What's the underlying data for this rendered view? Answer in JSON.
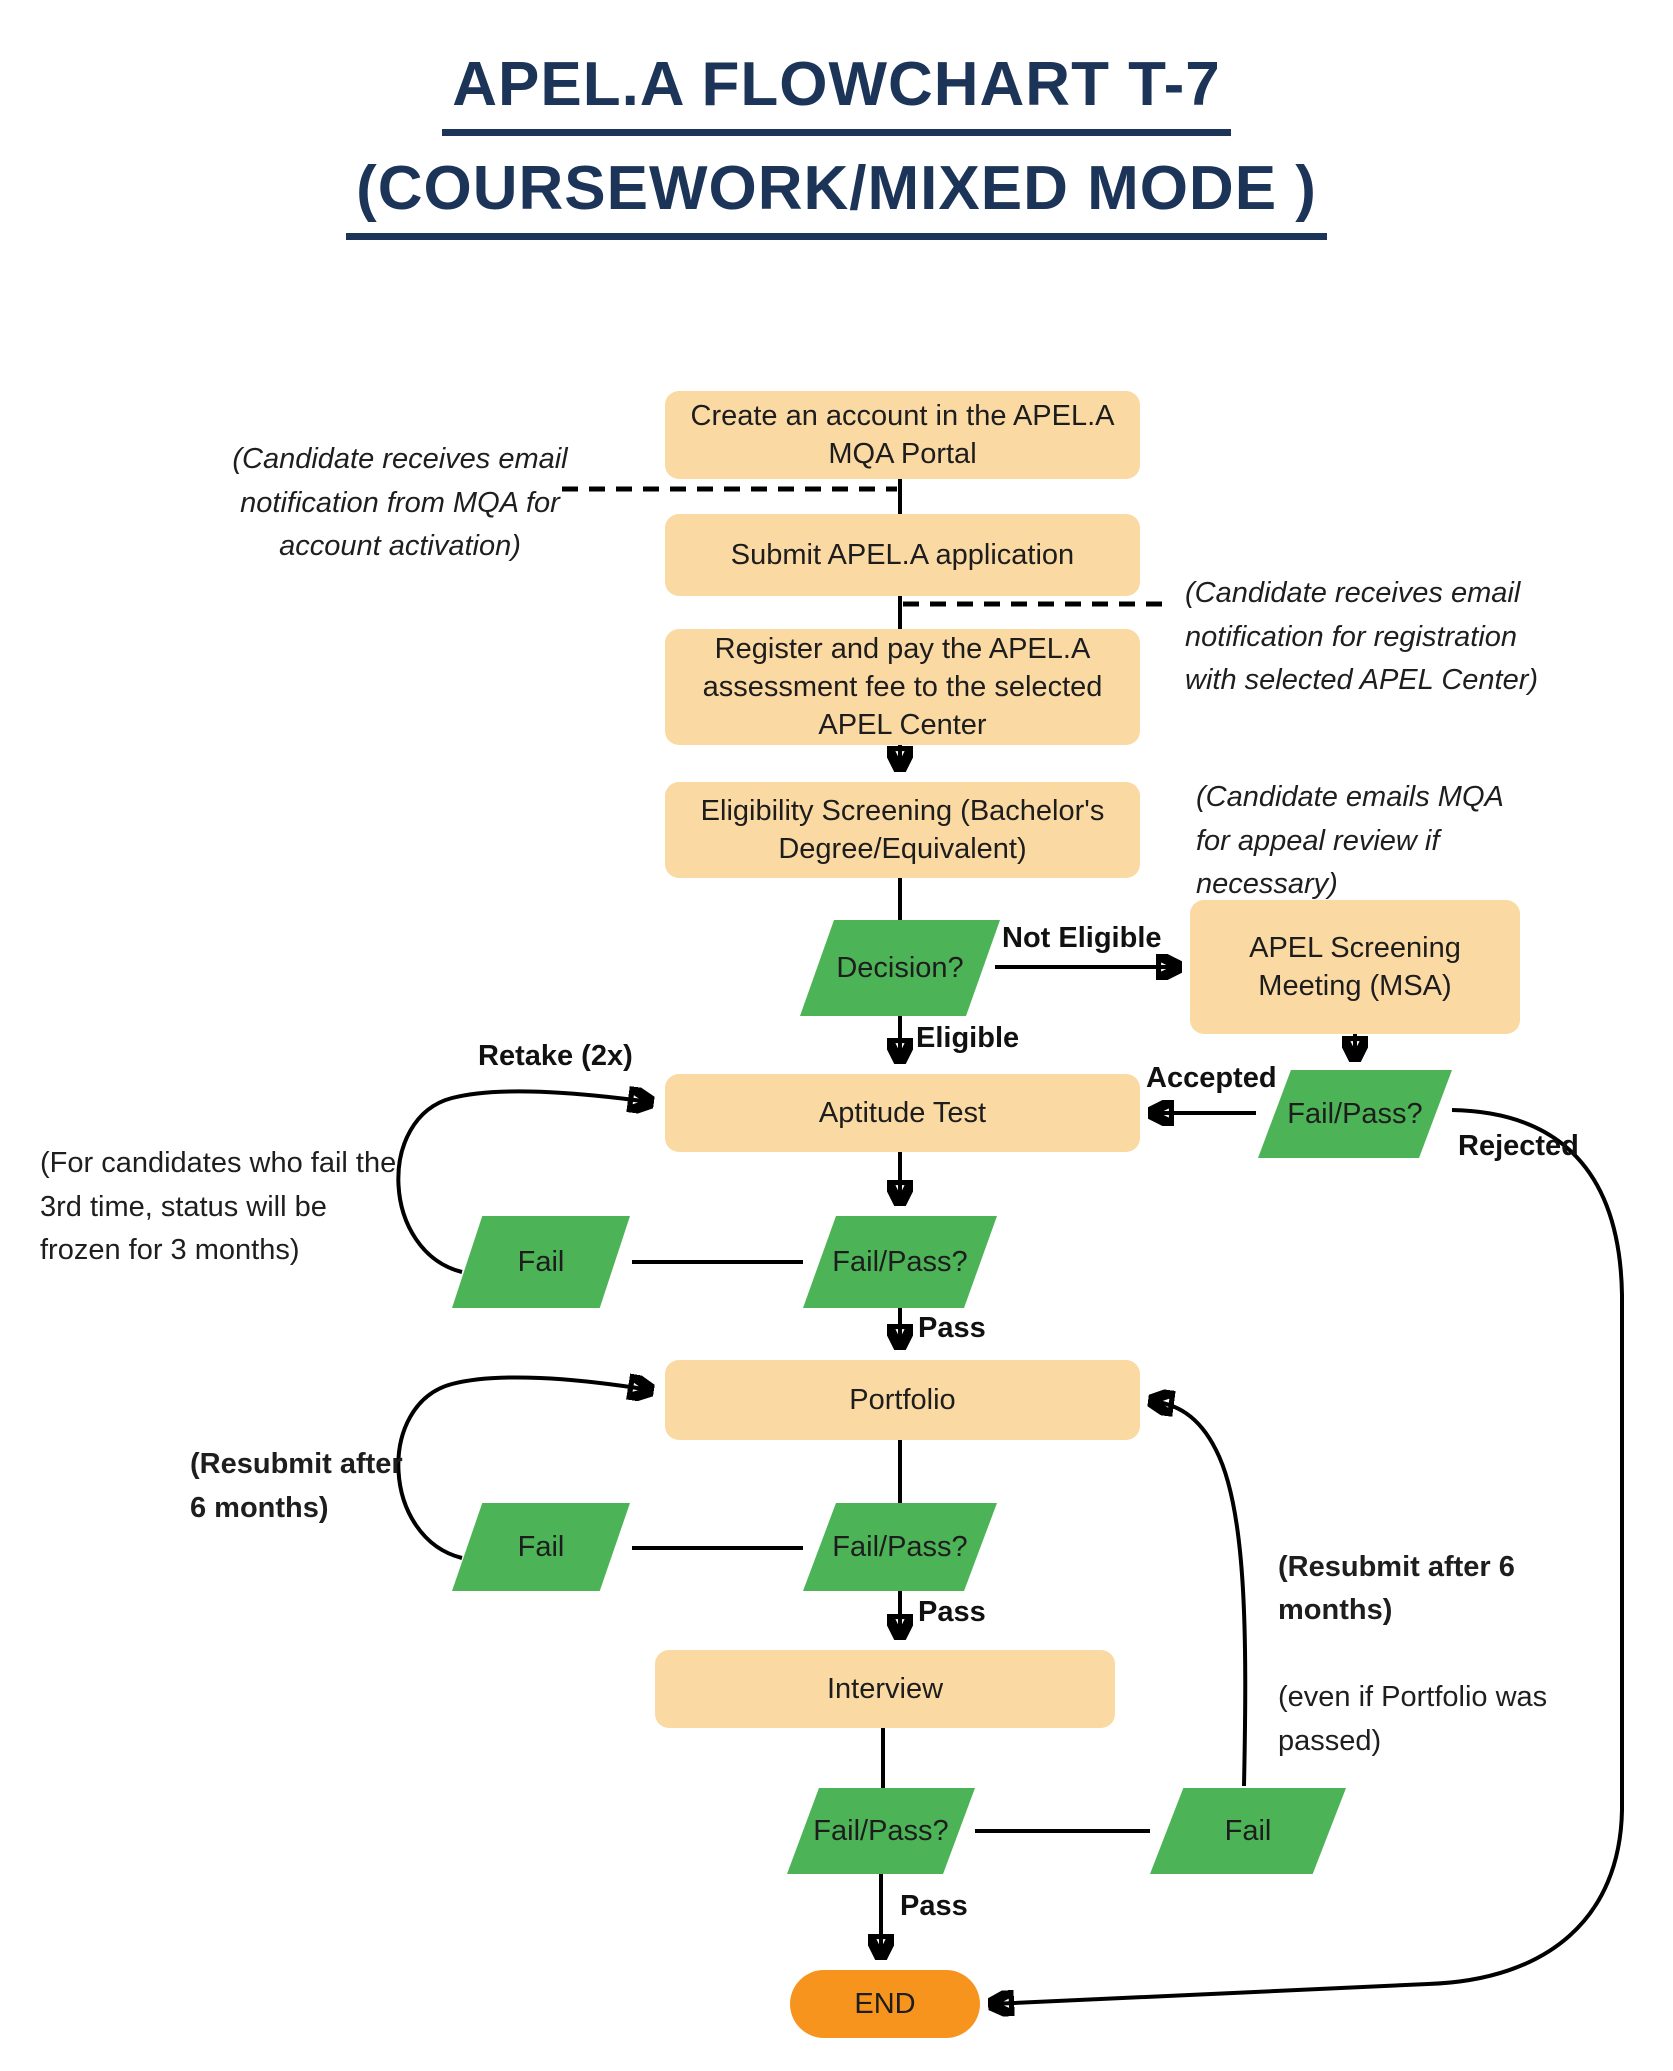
{
  "colors": {
    "box_fill": "#FBD9A2",
    "decision_fill": "#4CB456",
    "end_fill": "#F7941E",
    "title_color": "#1B3458",
    "line_color": "#000000",
    "text_color": "#1E1E1E"
  },
  "title": {
    "line1": "APEL.A FLOWCHART T-7",
    "line2": "(COURSEWORK/MIXED MODE )"
  },
  "nodes": {
    "create_account": "Create an account in the APEL.A MQA Portal",
    "submit_application": "Submit APEL.A application",
    "register_pay": "Register and pay the APEL.A assessment fee to the selected APEL Center",
    "eligibility_screening": "Eligibility Screening (Bachelor's Degree/Equivalent)",
    "decision": "Decision?",
    "msa_meeting": "APEL Screening Meeting (MSA)",
    "msa_fail_pass": "Fail/Pass?",
    "aptitude_test": "Aptitude Test",
    "aptitude_fail_pass": "Fail/Pass?",
    "aptitude_fail": "Fail",
    "portfolio": "Portfolio",
    "portfolio_fail_pass": "Fail/Pass?",
    "portfolio_fail": "Fail",
    "interview": "Interview",
    "interview_fail_pass": "Fail/Pass?",
    "interview_fail": "Fail",
    "end": "END"
  },
  "edge_labels": {
    "not_eligible": "Not Eligible",
    "eligible": "Eligible",
    "accepted": "Accepted",
    "rejected": "Rejected",
    "retake": "Retake (2x)",
    "pass": "Pass"
  },
  "annotations": {
    "account_activation": "(Candidate receives email\nnotification from MQA for\naccount activation)",
    "registration_notification": "(Candidate receives email\nnotification for registration\nwith selected APEL Center)",
    "appeal_review": "(Candidate emails MQA\nfor appeal review if\nnecessary)",
    "frozen_status": "(For candidates who fail the\n3rd time, status will be\nfrozen for 3 months)",
    "resubmit_left": "(Resubmit after\n6 months)",
    "resubmit_right_bold": "(Resubmit after 6\nmonths)",
    "resubmit_right_note": "(even if Portfolio was\npassed)"
  }
}
